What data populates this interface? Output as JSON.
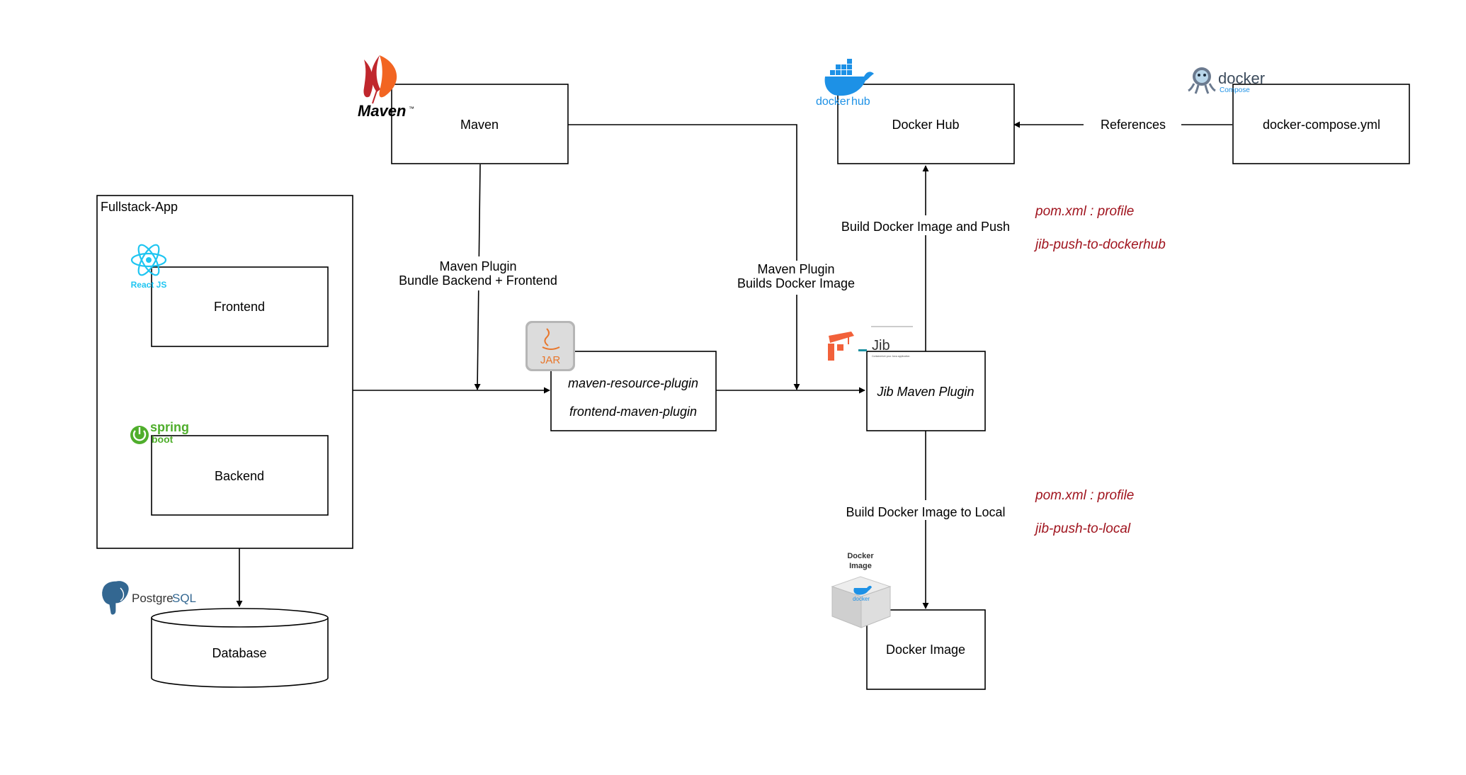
{
  "colors": {
    "note_text": "#a0141e",
    "maven_red": "#c0272d",
    "maven_orange": "#f26522",
    "docker_blue": "#1d91e6",
    "react_cyan": "#1ec5f1",
    "spring_green": "#4fae2c",
    "postgres_blue": "#336791",
    "jib_orange": "#f2613a",
    "jib_teal": "#1b8fa0",
    "jar_orange": "#e8762b"
  },
  "nodes": {
    "maven": "Maven",
    "docker_hub": "Docker Hub",
    "references": "References",
    "docker_compose_yml": "docker-compose.yml",
    "fullstack_app": "Fullstack-App",
    "frontend": "Frontend",
    "backend": "Backend",
    "database": "Database",
    "bundle_plugins": [
      "maven-resource-plugin",
      "frontend-maven-plugin"
    ],
    "jib_maven_plugin": "Jib Maven Plugin",
    "docker_image": "Docker Image"
  },
  "edges": {
    "maven_bundle": [
      "Maven Plugin",
      "Bundle Backend + Frontend"
    ],
    "maven_builds": [
      "Maven Plugin",
      "Builds Docker Image"
    ],
    "push": "Build Docker Image and Push",
    "local": "Build Docker Image to Local"
  },
  "notes": {
    "dockerhub_profile": [
      "pom.xml : profile",
      "jib-push-to-dockerhub"
    ],
    "local_profile": [
      "pom.xml : profile",
      "jib-push-to-local"
    ]
  },
  "logos": {
    "maven": "Maven",
    "maven_tm": "™",
    "docker": "docker",
    "docker_hub_suffix": "hub",
    "compose_word": "docker",
    "compose_sub": "Compose",
    "react": "React JS",
    "spring_top": "spring",
    "spring_bottom": "boot",
    "postgres_a": "Postgre",
    "postgres_b": "SQL",
    "jar": "JAR",
    "jib": "Jib",
    "jib_tagline": "Containerize your Java application",
    "docker_image_caption": [
      "Docker",
      "Image"
    ],
    "docker_small": "docker"
  },
  "icons": [
    "maven-feather-icon",
    "docker-whale-icon",
    "docker-compose-octopus-icon",
    "react-atom-icon",
    "spring-power-icon",
    "postgresql-elephant-icon",
    "java-jar-icon",
    "jib-crane-icon",
    "docker-image-cube-icon"
  ]
}
